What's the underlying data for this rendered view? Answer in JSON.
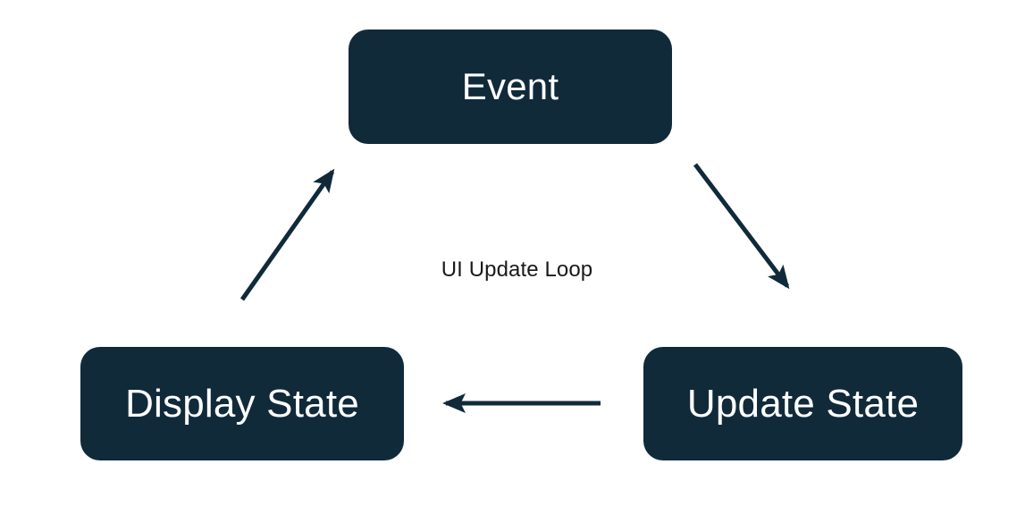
{
  "diagram": {
    "title": "UI Update Loop",
    "type": "cycle-flowchart",
    "background_color": "#ffffff",
    "node_fill_color": "#102A3A",
    "node_text_color": "#ffffff",
    "arrow_color": "#102A3A",
    "label_text_color": "#1A1A1A",
    "center_label": "UI Update Loop",
    "nodes": [
      {
        "id": "event",
        "label": "Event",
        "position": "top-center"
      },
      {
        "id": "update-state",
        "label": "Update State",
        "position": "bottom-right"
      },
      {
        "id": "display-state",
        "label": "Display State",
        "position": "bottom-left"
      }
    ],
    "edges": [
      {
        "id": "event-to-update-state",
        "from": "event",
        "to": "update-state",
        "label": "",
        "direction": "down-right"
      },
      {
        "id": "update-state-to-display-state",
        "from": "update-state",
        "to": "display-state",
        "label": "",
        "direction": "left"
      },
      {
        "id": "display-state-to-event",
        "from": "display-state",
        "to": "event",
        "label": "",
        "direction": "up-right"
      }
    ]
  }
}
